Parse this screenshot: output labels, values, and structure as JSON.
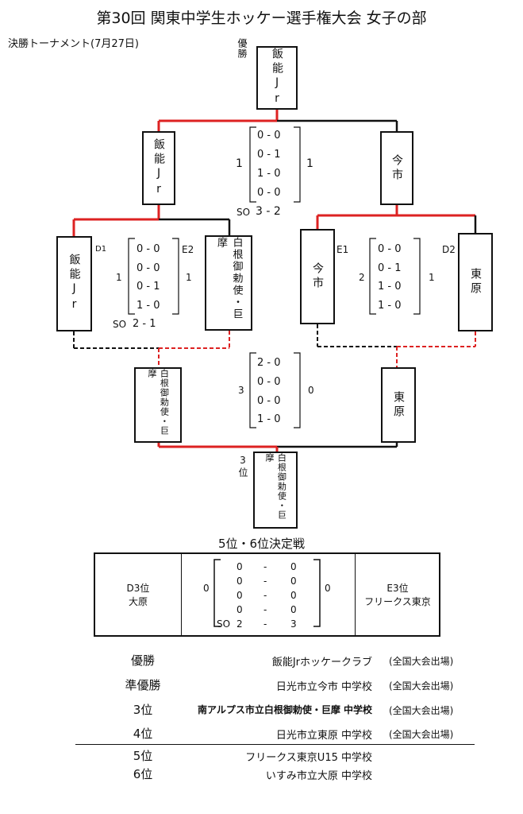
{
  "header": {
    "title": "第30回 関東中学生ホッケー選手権大会 女子の部",
    "subtitle": "決勝トーナメント(7月27日)"
  },
  "bracket": {
    "champion_label": "優勝",
    "champion": "飯能Jr",
    "third_label": "3位",
    "third": "白根御勅使・巨摩",
    "final": {
      "left": "飯能Jr",
      "right": "今市",
      "left_total": "1",
      "right_total": "1",
      "periods": [
        "0 - 0",
        "0 - 1",
        "1 - 0",
        "0 - 0"
      ],
      "so_label": "SO",
      "so": "3 - 2"
    },
    "semi1": {
      "left": "飯能Jr",
      "right": "白根御勅使・巨摩",
      "left_seed": "D1",
      "right_seed": "E2",
      "left_total": "1",
      "right_total": "1",
      "periods": [
        "0 - 0",
        "0 - 0",
        "0 - 1",
        "1 - 0"
      ],
      "so_label": "SO",
      "so": "2 - 1"
    },
    "semi2": {
      "left": "今市",
      "right": "東原",
      "left_seed": "E1",
      "right_seed": "D2",
      "left_total": "2",
      "right_total": "1",
      "periods": [
        "0 - 0",
        "0 - 1",
        "1 - 0",
        "1 - 0"
      ]
    },
    "third_place": {
      "left": "白根御勅使・巨摩",
      "right": "東原",
      "left_total": "3",
      "right_total": "0",
      "periods": [
        "2 - 0",
        "0 - 0",
        "0 - 0",
        "1 - 0"
      ]
    }
  },
  "fifth": {
    "heading": "5位・6位決定戦",
    "left_seed": "D3位",
    "left_team": "大原",
    "right_seed": "E3位",
    "right_team": "フリークス東京",
    "left_total": "0",
    "right_total": "0",
    "periods": [
      [
        "0",
        "-",
        "0"
      ],
      [
        "0",
        "-",
        "0"
      ],
      [
        "0",
        "-",
        "0"
      ],
      [
        "0",
        "-",
        "0"
      ]
    ],
    "so_label": "SO",
    "so": [
      "2",
      "-",
      "3"
    ]
  },
  "results": [
    {
      "rank": "優勝",
      "school": "飯能Jrホッケークラブ",
      "note": "(全国大会出場)"
    },
    {
      "rank": "準優勝",
      "school": "日光市立今市 中学校",
      "note": "(全国大会出場)"
    },
    {
      "rank": "3位",
      "school": "南アルプス市立白根御勅使・巨摩 中学校",
      "note": "(全国大会出場)"
    },
    {
      "rank": "4位",
      "school": "日光市立東原 中学校",
      "note": "(全国大会出場)"
    },
    {
      "rank": "5位",
      "school": "フリークス東京U15 中学校",
      "note": ""
    },
    {
      "rank": "6位",
      "school": "いすみ市立大原 中学校",
      "note": ""
    }
  ]
}
